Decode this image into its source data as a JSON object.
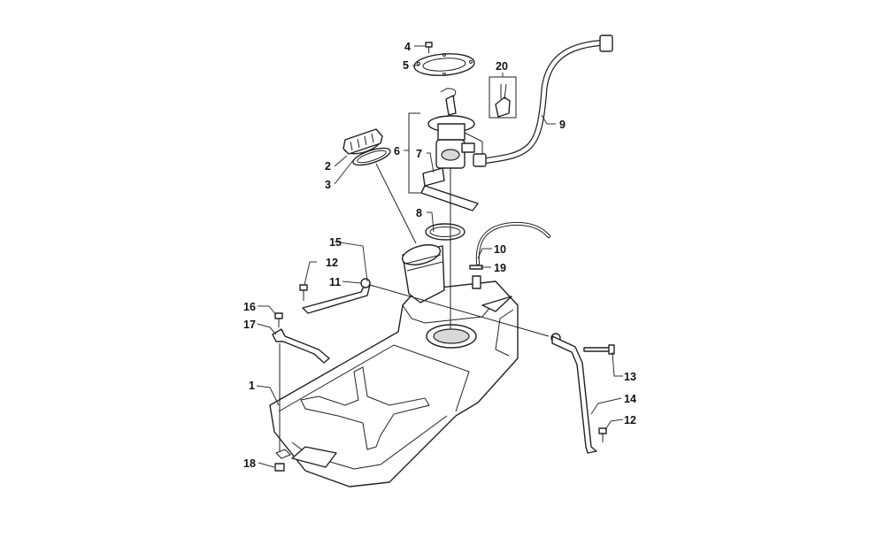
{
  "callouts": [
    {
      "id": "c1",
      "text": "1"
    },
    {
      "id": "c2",
      "text": "2"
    },
    {
      "id": "c3",
      "text": "3"
    },
    {
      "id": "c4",
      "text": "4"
    },
    {
      "id": "c5",
      "text": "5"
    },
    {
      "id": "c6",
      "text": "6"
    },
    {
      "id": "c7",
      "text": "7"
    },
    {
      "id": "c8",
      "text": "8"
    },
    {
      "id": "c9",
      "text": "9"
    },
    {
      "id": "c10",
      "text": "10"
    },
    {
      "id": "c11",
      "text": "11"
    },
    {
      "id": "c12a",
      "text": "12"
    },
    {
      "id": "c12b",
      "text": "12"
    },
    {
      "id": "c13",
      "text": "13"
    },
    {
      "id": "c14",
      "text": "14"
    },
    {
      "id": "c15",
      "text": "15"
    },
    {
      "id": "c16",
      "text": "16"
    },
    {
      "id": "c17",
      "text": "17"
    },
    {
      "id": "c18",
      "text": "18"
    },
    {
      "id": "c19",
      "text": "19"
    },
    {
      "id": "c20",
      "text": "20"
    }
  ]
}
